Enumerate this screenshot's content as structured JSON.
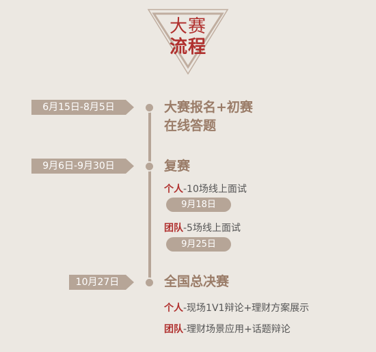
{
  "header": {
    "line1": "大赛",
    "line2": "流程"
  },
  "stages": [
    {
      "date": "6月15日-8月5日",
      "title_line1": "大赛报名+初赛",
      "title_line2": "在线答题"
    },
    {
      "date": "9月6日-9月30日",
      "title_line1": "复赛",
      "items": [
        {
          "role": "个人",
          "text": "-10场线上面试",
          "date": "9月18日"
        },
        {
          "role": "团队",
          "text": "-5场线上面试",
          "date": "9月25日"
        }
      ]
    },
    {
      "date": "10月27日",
      "title_line1": "全国总决赛",
      "items": [
        {
          "role": "个人",
          "text": "-现场1V1辩论+理财方案展示"
        },
        {
          "role": "团队",
          "text": "-理财场景应用+话题辩论"
        }
      ]
    }
  ],
  "colors": {
    "background": "#ece8e2",
    "accent": "#b0302e",
    "pill": "#b6a597",
    "title": "#9a7c68"
  }
}
